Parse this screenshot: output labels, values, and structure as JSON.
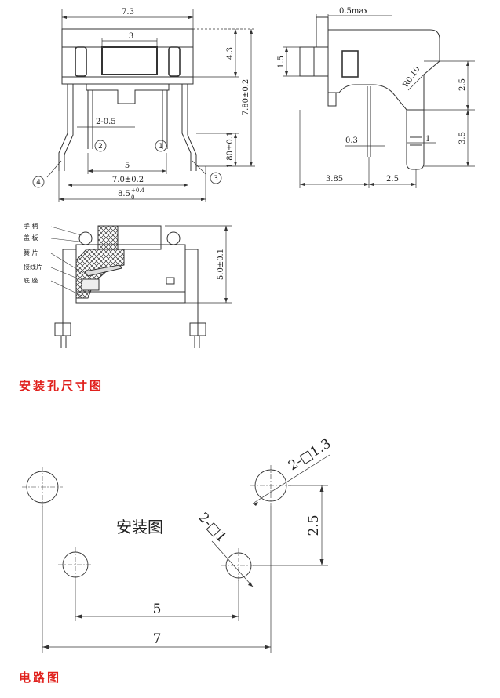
{
  "front_view": {
    "width": "7.3",
    "slot": "3",
    "pitch_small": "2-0.5",
    "pin_spacing": "5",
    "pin_tolerance": "7.0±0.2",
    "overall_prefix": "8.5",
    "overall_sup": "+0.4",
    "overall_sub": "0",
    "height_upper": "4.3",
    "height_total": "7.80±0.2",
    "height_pin": "1.80±0.1",
    "callouts": [
      "1",
      "2",
      "3",
      "4"
    ]
  },
  "side_view": {
    "max_gap": "0.5max",
    "top_offset": "1.5",
    "radius": "R0.10",
    "right_upper": "2.5",
    "right_lower": "3.5",
    "pin_thickness": "0.3",
    "pin_width": "1",
    "bottom_left": "3.85",
    "bottom_right": "2.5"
  },
  "section_view": {
    "part_labels": [
      "手 柄",
      "盖 板",
      "簧 片",
      "接线片",
      "底 座"
    ],
    "height": "5.0±0.1"
  },
  "headings": {
    "mounting_holes": "安装孔尺寸图",
    "circuit": "电路图"
  },
  "mounting": {
    "title": "安装图",
    "square_large": "2-□1.3",
    "square_small": "2-□1",
    "vertical": "2.5",
    "inner": "5",
    "outer": "7"
  }
}
